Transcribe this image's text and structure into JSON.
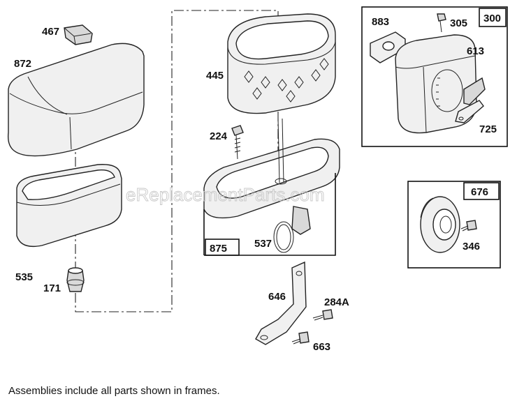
{
  "labels": {
    "p467": "467",
    "p872": "872",
    "p445": "445",
    "p224": "224",
    "p535": "535",
    "p171": "171",
    "p875": "875",
    "p537": "537",
    "p646": "646",
    "p284A": "284A",
    "p663": "663",
    "p883": "883",
    "p305": "305",
    "p300": "300",
    "p613": "613",
    "p725": "725",
    "p676": "676",
    "p346": "346"
  },
  "watermark": "eReplacementParts.com",
  "footnote": "Assemblies include all parts shown in frames."
}
